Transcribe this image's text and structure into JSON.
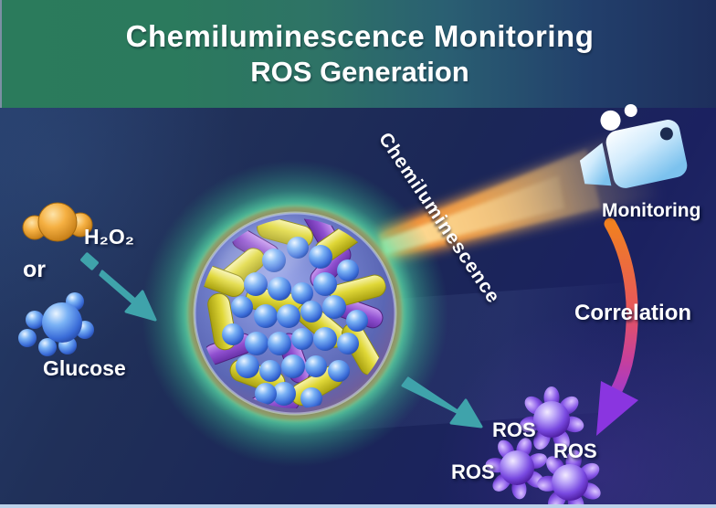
{
  "title": {
    "line1": "Chemiluminescence Monitoring",
    "line2": "ROS Generation"
  },
  "labels": {
    "h2o2": "H₂O₂",
    "or": "or",
    "glucose": "Glucose",
    "chemiluminescence": "Chemiluminescence",
    "monitoring": "Monitoring",
    "correlation": "Correlation",
    "ros_a": "ROS",
    "ros_b": "ROS",
    "ros_c": "ROS"
  },
  "icons": {
    "camera": "video-camera-icon",
    "input_arrow": "teal-dashed-arrow-icon",
    "output_arrow": "teal-arrow-icon",
    "correlation_arrow": "curved-gradient-arrow-icon"
  },
  "colors": {
    "banner_green": "#2b7b5c",
    "banner_navy": "#1d2e5c",
    "background_navy": "#1b2757",
    "teal_arrow": "#3fa3ab",
    "beam_orange": "#f58c32",
    "beam_yellow": "#ffe6a0",
    "glow_green": "#4ad9a2",
    "sphere_blue": "#7280cc",
    "bead_blue": "#5b9af0",
    "rod_yellow": "#d8cc30",
    "rod_purple": "#9050d0",
    "h2o2_orange": "#f0a028",
    "glucose_blue": "#4a90e8",
    "camera_blue": "#8ecdf2",
    "correlation_orange": "#f08020",
    "correlation_purple": "#8a35e0",
    "ros_purple": "#7848e0",
    "text_white": "#ffffff"
  }
}
